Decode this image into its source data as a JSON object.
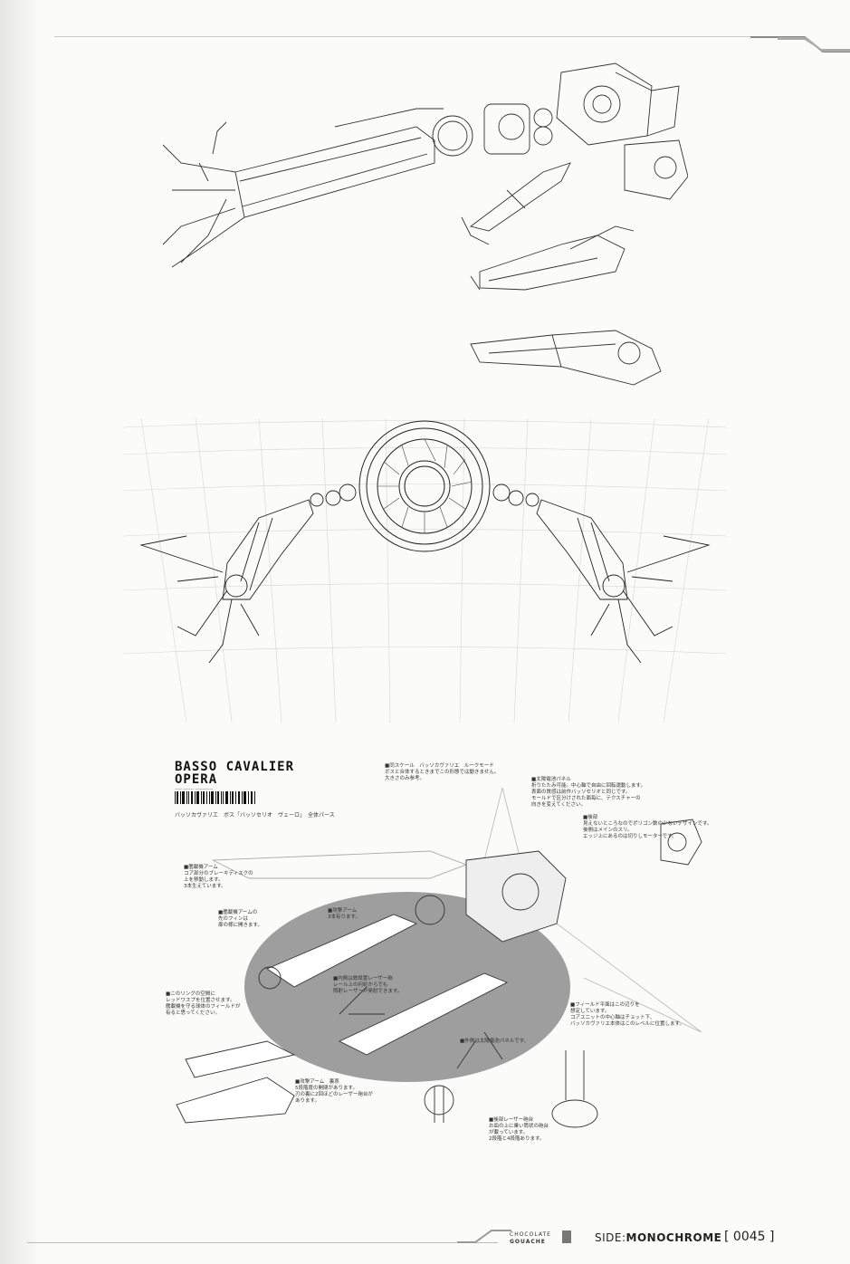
{
  "title_line1": "BASSO CAVALIER",
  "title_line2": "OPERA",
  "subtitle_small": "—— ——— —————",
  "jp_subtitle": "バッソカヴァリエ　ボス「バッソセリオ　ヴェーロ」　全体パース",
  "notes": {
    "scale": "■同スケール　バッソカヴァリエ　ルークモード\nボスと合体するときまでこの形態では動きません。\n大きさのみ参考。",
    "solar_panel": "■太陽電池パネル\n折りたたみ可能。中心軸で自由に回転運動します。\n表面の質感は前作バッソセリオと同じです。\nモールドで区分けされた面毎に、テクスチャーの\n向きを変えてください。",
    "rear": "■後部\n見えないところなのでポリゴン数の少ないデザインです。\n後側はメインのスリ。\nエッジ上にあるのは切りしモーターです。",
    "carrier_arm": "■艦載機アーム\nコア部分のブレーキディスクの\n上を移動します。\n3本生えています。",
    "arm_fin": "■艦載機アームの\n先のフィンは\n扉の様に開きます。",
    "attack_arm": "■攻撃アーム\n3本有ります。",
    "laser": "■内側は鉄設置レーザー砲\nレール上の何処からでも\n照射レーザーが発射できます。",
    "ring": "■このリングの空間に\nレッドワスプを位置させます。\n艦載機を守る球体のフィールドが\n有ると思ってください。",
    "field": "■フィールド平面はこの辺りを\n想定しています。\nコアユニットの中心軸はチョット下、\nバッソカヴァリエ本体はこのレベルに位置します。",
    "outer_solar": "■外側は太陽電池パネルです。",
    "attack_arm_back": "■攻撃アーム　裏表\n5段階度の開閉があります。\n刃の裏に2回ほどのレーザー砲台が\nあります。",
    "rear_laser": "■後部レーザー砲台\nお皿の上に乗い筒状の砲台\nが載っています。\n2段階と4段階あります。"
  },
  "footer": {
    "brand_line1": "CHOCOLATE",
    "brand_line2": "GOUACHE",
    "side_prefix": "SIDE:",
    "side_word": "MONOCHROME",
    "page_number": "[ 0045 ]"
  }
}
